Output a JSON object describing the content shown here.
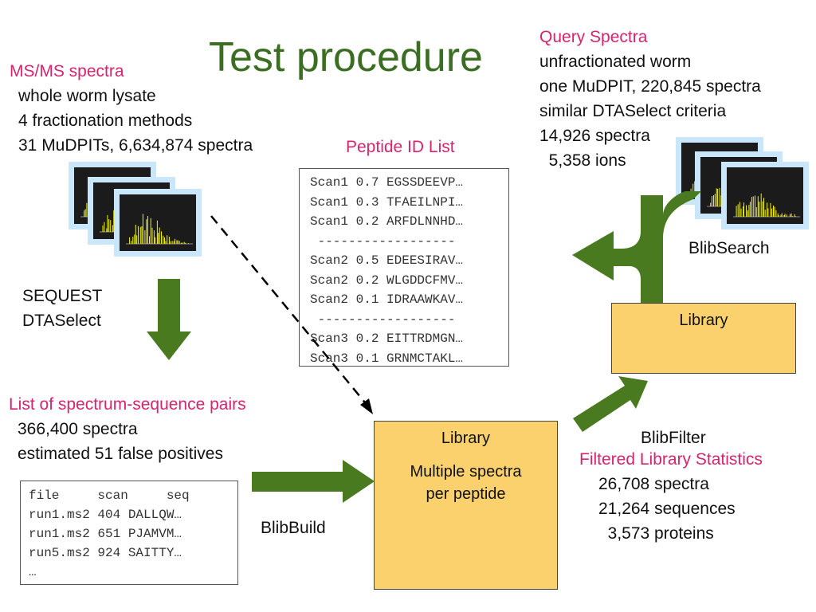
{
  "title": "Test procedure",
  "msms": {
    "heading": "MS/MS spectra",
    "lines": [
      "whole worm lysate",
      "4 fractionation methods",
      "31 MuDPITs, 6,634,874 spectra"
    ]
  },
  "query": {
    "heading": "Query Spectra",
    "lines": [
      "unfractionated worm",
      "one MuDPIT, 220,845 spectra",
      "similar DTASelect criteria",
      "14,926 spectra",
      "  5,358 ions"
    ]
  },
  "peptide_list": {
    "heading": "Peptide ID List",
    "rows": [
      "Scan1 0.7 EGSSDEEVP…",
      "Scan1 0.3 TFAEILNPI…",
      "Scan1 0.2 ARFDLNNHD…",
      " ------------------",
      "Scan2 0.5 EDEESIRAV…",
      "Scan2 0.2 WLGDDCFMV…",
      "Scan2 0.1 IDRAAWKAV…",
      " ------------------",
      "Scan3 0.2 EITTRDMGN…",
      "Scan3 0.1 GRNMCTAKL…"
    ]
  },
  "sequest": {
    "lines": [
      "SEQUEST",
      "DTASelect"
    ]
  },
  "pairs": {
    "heading": "List of spectrum-sequence pairs",
    "lines": [
      "366,400 spectra",
      "estimated 51 false positives"
    ]
  },
  "file_table": {
    "rows": [
      "file     scan     seq",
      "run1.ms2 404 DALLQW…",
      "run1.ms2 651 PJAMVM…",
      "run5.ms2 924 SAITTY…",
      "…"
    ]
  },
  "steps": {
    "blibbuild": "BlibBuild",
    "blibfilter": "BlibFilter",
    "blibsearch": "BlibSearch"
  },
  "library_big": {
    "title": "Library",
    "lines": [
      "Multiple spectra",
      "per peptide"
    ]
  },
  "library_small": {
    "title": "Library"
  },
  "filtered": {
    "heading": "Filtered Library Statistics",
    "lines": [
      "26,708 spectra",
      "21,264 sequences",
      "  3,573 proteins"
    ]
  },
  "colors": {
    "title": "#3b6e22",
    "heading_pink": "#d6246e",
    "arrow_green": "#4a7a20",
    "library_fill": "#fbd16e",
    "spectrum_frame": "#c9e6fb",
    "peaks": "#f2f200"
  }
}
